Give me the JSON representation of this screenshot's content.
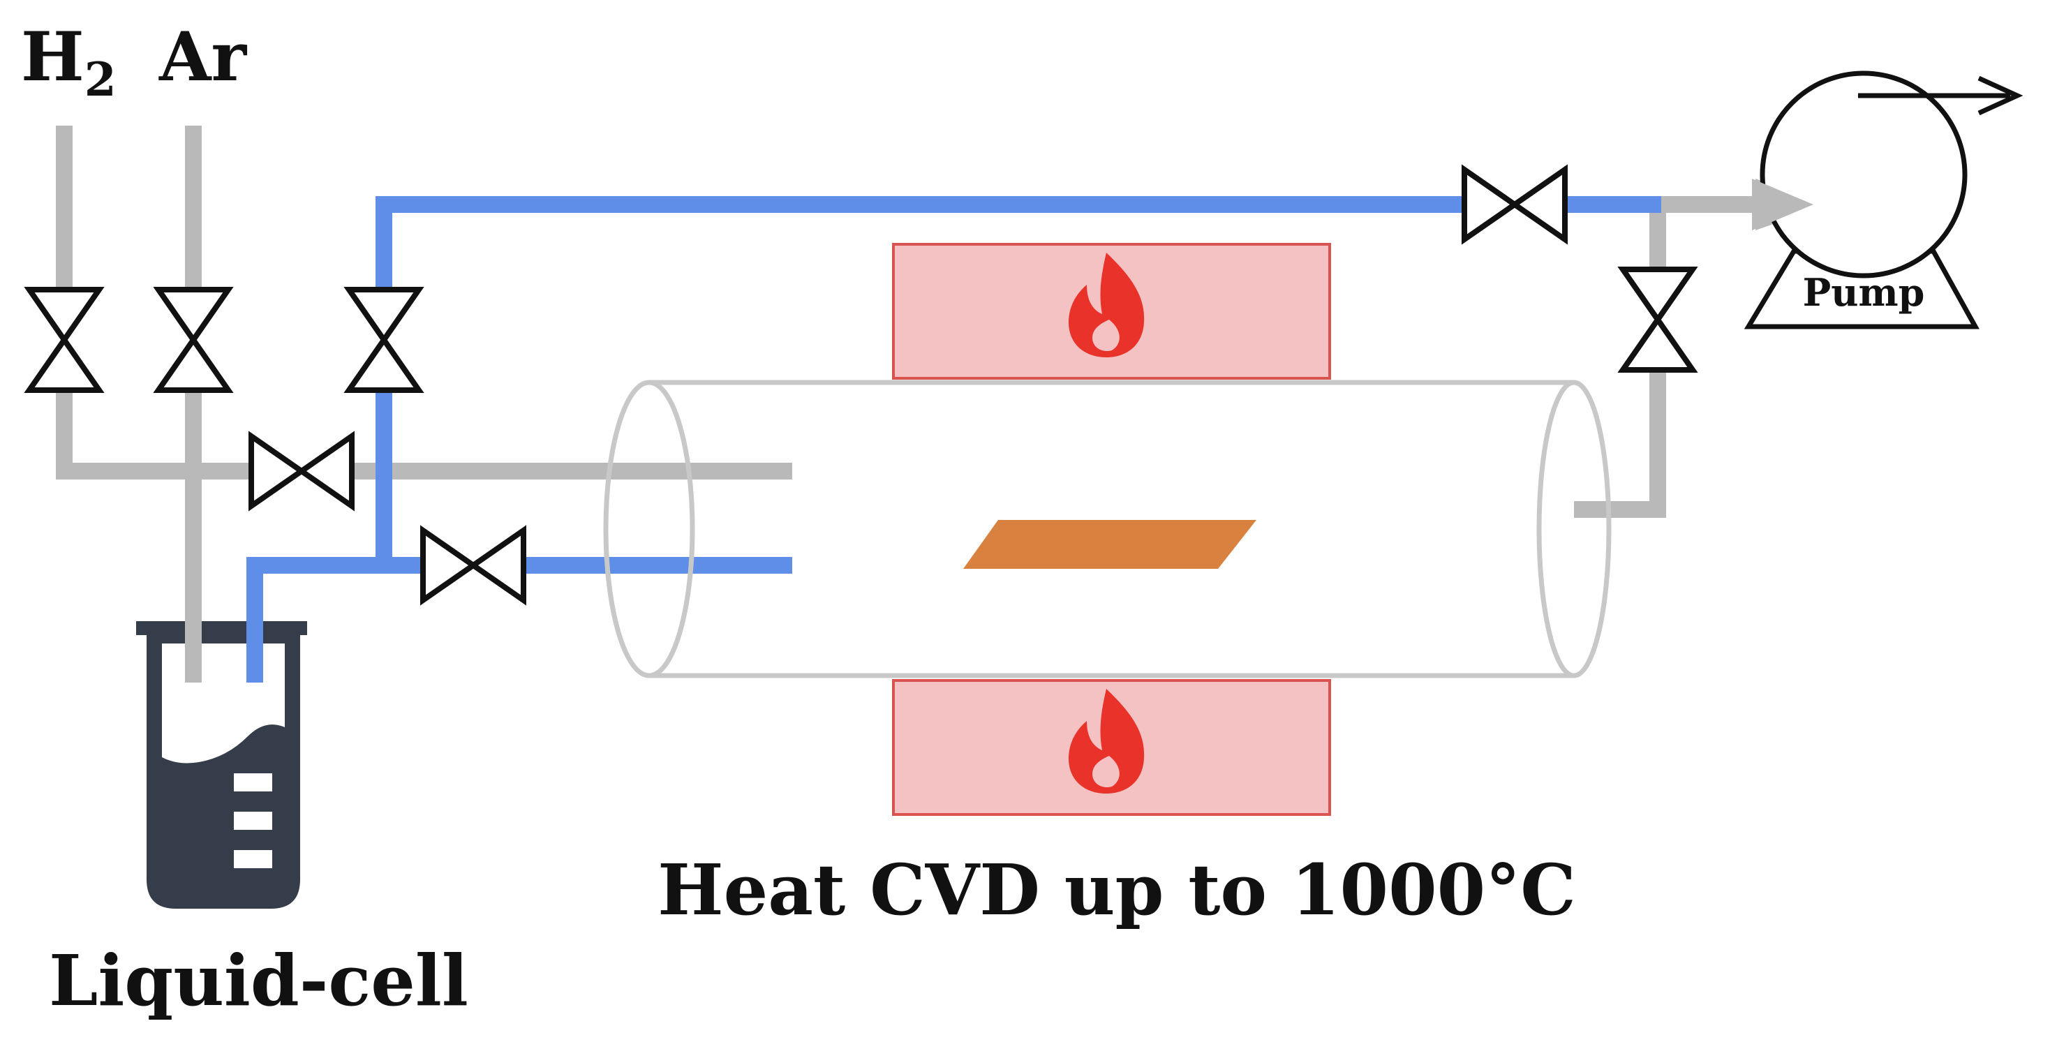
{
  "labels": {
    "h2": "H",
    "h2_sub": "2",
    "ar": "Ar",
    "pump": "Pump",
    "heat": "Heat CVD up to 1000°C",
    "liquid_cell": "Liquid-cell"
  },
  "colors": {
    "gray_pipe": "#b9b9b9",
    "blue_pipe": "#5f8ee9",
    "heater_fill": "#f4c2c2",
    "heater_border": "#d9534f",
    "flame": "#e8322a",
    "substrate": "#d9813f",
    "beaker": "#353d4a",
    "tube_outline": "#c8c8c8",
    "valve_stroke": "#111111",
    "text": "#111111"
  },
  "icons": [
    "valve-icon",
    "flame-icon",
    "pump-icon",
    "beaker-icon",
    "arrow-icon"
  ]
}
